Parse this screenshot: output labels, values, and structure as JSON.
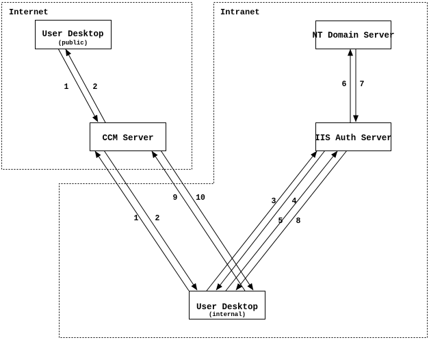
{
  "diagram": {
    "regions": {
      "internet": {
        "label": "Internet"
      },
      "intranet": {
        "label": "Intranet"
      }
    },
    "nodes": {
      "user_desktop_public": {
        "title": "User Desktop",
        "subtitle": "(public)"
      },
      "ccm_server": {
        "title": "CCM Server"
      },
      "nt_domain_server": {
        "title": "NT Domain Server"
      },
      "iis_auth_server": {
        "title": "IIS Auth Server"
      },
      "user_desktop_internal": {
        "title": "User Desktop",
        "subtitle": "(internal)"
      }
    },
    "flows": [
      {
        "label": "1",
        "from": "User Desktop (public)",
        "to": "CCM Server"
      },
      {
        "label": "2",
        "from": "CCM Server",
        "to": "User Desktop (public)"
      },
      {
        "label": "1",
        "from": "User Desktop (internal)",
        "to": "CCM Server"
      },
      {
        "label": "2",
        "from": "CCM Server",
        "to": "User Desktop (internal)"
      },
      {
        "label": "9",
        "from": "User Desktop (internal)",
        "to": "CCM Server"
      },
      {
        "label": "10",
        "from": "CCM Server",
        "to": "User Desktop (internal)"
      },
      {
        "label": "3",
        "from": "User Desktop (internal)",
        "to": "IIS Auth Server"
      },
      {
        "label": "4",
        "from": "IIS Auth Server",
        "to": "User Desktop (internal)"
      },
      {
        "label": "5",
        "from": "User Desktop (internal)",
        "to": "IIS Auth Server"
      },
      {
        "label": "8",
        "from": "IIS Auth Server",
        "to": "User Desktop (internal)"
      },
      {
        "label": "6",
        "from": "IIS Auth Server",
        "to": "NT Domain Server"
      },
      {
        "label": "7",
        "from": "NT Domain Server",
        "to": "IIS Auth Server"
      }
    ],
    "colors": {
      "line": "#000000",
      "background": "#ffffff"
    }
  }
}
